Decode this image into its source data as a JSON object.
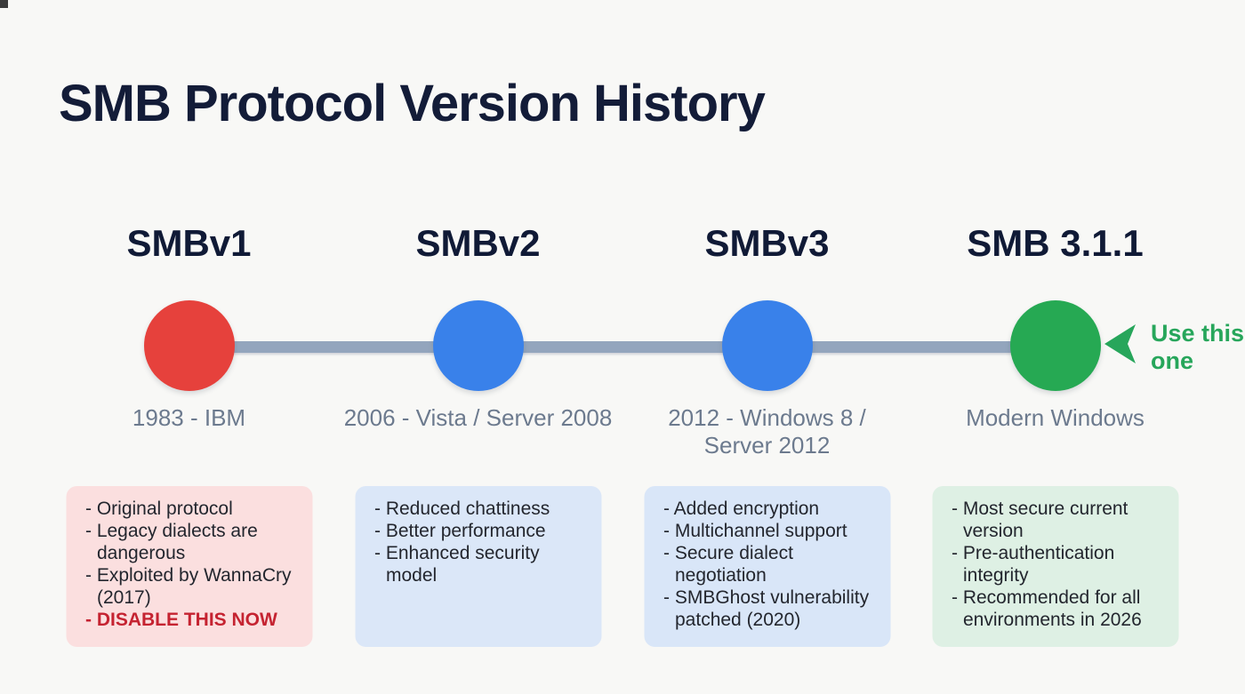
{
  "title": "SMB Protocol Version History",
  "colors": {
    "background": "#f8f8f6",
    "title_text": "#131c38",
    "heading_text": "#101a36",
    "timeline_line": "#93a5bd",
    "date_text": "#6c7a8e",
    "note_text": "#23262e",
    "warning_red": "#c52331",
    "annotation_green": "#27a65b"
  },
  "annotation": {
    "label": "Use this one",
    "icon": "arrow-left",
    "color": "#27a65b"
  },
  "milestones": [
    {
      "version": "SMBv1",
      "date": "1983 - IBM",
      "dot_color": "#e6413c",
      "box_bg": "#fbdfdf",
      "notes": [
        {
          "text": "- Original protocol"
        },
        {
          "text": "- Legacy dialects are dangerous"
        },
        {
          "text": "- Exploited by WannaCry (2017)"
        },
        {
          "text": "- DISABLE THIS NOW",
          "bold": true,
          "color": "#c52331"
        }
      ]
    },
    {
      "version": "SMBv2",
      "date": "2006 - Vista / Server 2008",
      "dot_color": "#3981ea",
      "box_bg": "#dbe7f8",
      "notes": [
        {
          "text": "- Reduced chattiness"
        },
        {
          "text": "- Better performance"
        },
        {
          "text": "- Enhanced security model"
        }
      ]
    },
    {
      "version": "SMBv3",
      "date": "2012 - Windows 8 /\nServer 2012",
      "dot_color": "#3981ea",
      "box_bg": "#d9e6f8",
      "notes": [
        {
          "text": "- Added encryption"
        },
        {
          "text": "- Multichannel support"
        },
        {
          "text": "- Secure dialect negotiation"
        },
        {
          "text": "- SMBGhost vulnerability patched (2020)"
        }
      ]
    },
    {
      "version": "SMB 3.1.1",
      "date": "Modern Windows",
      "dot_color": "#26a953",
      "box_bg": "#def0e4",
      "notes": [
        {
          "text": "- Most secure current version"
        },
        {
          "text": "- Pre-authentication integrity"
        },
        {
          "text": "- Recommended for all environments in 2026"
        }
      ]
    }
  ]
}
